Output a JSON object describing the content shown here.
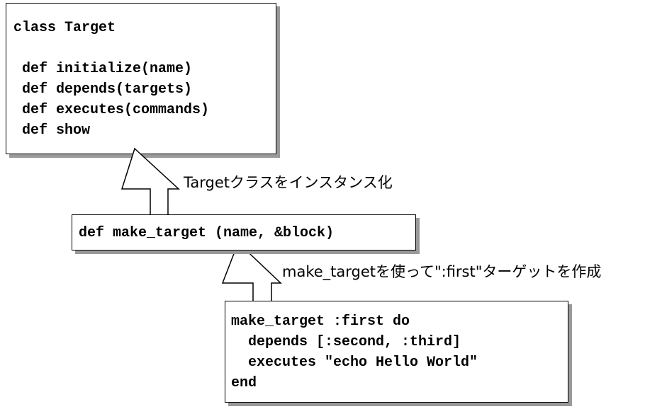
{
  "target_class": {
    "lines": [
      "class Target",
      "",
      " def initialize(name)",
      " def depends(targets)",
      " def executes(commands)",
      " def show"
    ]
  },
  "make_target": {
    "signature": "def make_target (name, &block)"
  },
  "usage": {
    "lines": [
      "make_target :first do",
      "  depends [:second, :third]",
      "  executes \"echo Hello World\"",
      "end"
    ]
  },
  "labels": {
    "instantiate": "Targetクラスをインスタンス化",
    "create_target": "make_targetを使って\":first\"ターゲットを作成"
  },
  "colors": {
    "border": "#000000",
    "shadow": "#9a9a9a",
    "arrow_fill": "#ffffff"
  }
}
